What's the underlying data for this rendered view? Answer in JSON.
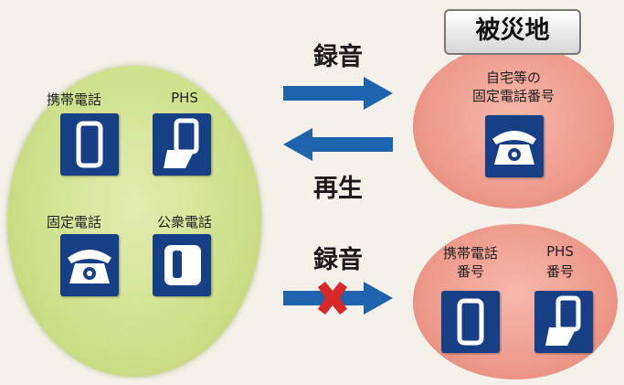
{
  "left_group": {
    "mobile_label": "携帯電話",
    "phs_label": "PHS",
    "landline_label": "固定電話",
    "payphone_label": "公衆電話"
  },
  "arrows": {
    "record_top": "録音",
    "playback": "再生",
    "record_bottom": "録音"
  },
  "disaster_area": {
    "badge": "被災地",
    "line1": "自宅等の",
    "line2": "固定電話番号"
  },
  "mobile_numbers": {
    "mobile_line1": "携帯電話",
    "mobile_line2": "番号",
    "phs_line1": "PHS",
    "phs_line2": "番号"
  },
  "colors": {
    "arrow_blue": "#1e63ad",
    "tile_navy": "#163f86",
    "cross_red": "#d82828",
    "green_ellipse": "#cfdf8a",
    "pink_ellipse": "#ee9a8c"
  },
  "icons": [
    "mobile-phone-icon",
    "phs-icon",
    "landline-phone-icon",
    "payphone-icon",
    "cross-icon"
  ]
}
